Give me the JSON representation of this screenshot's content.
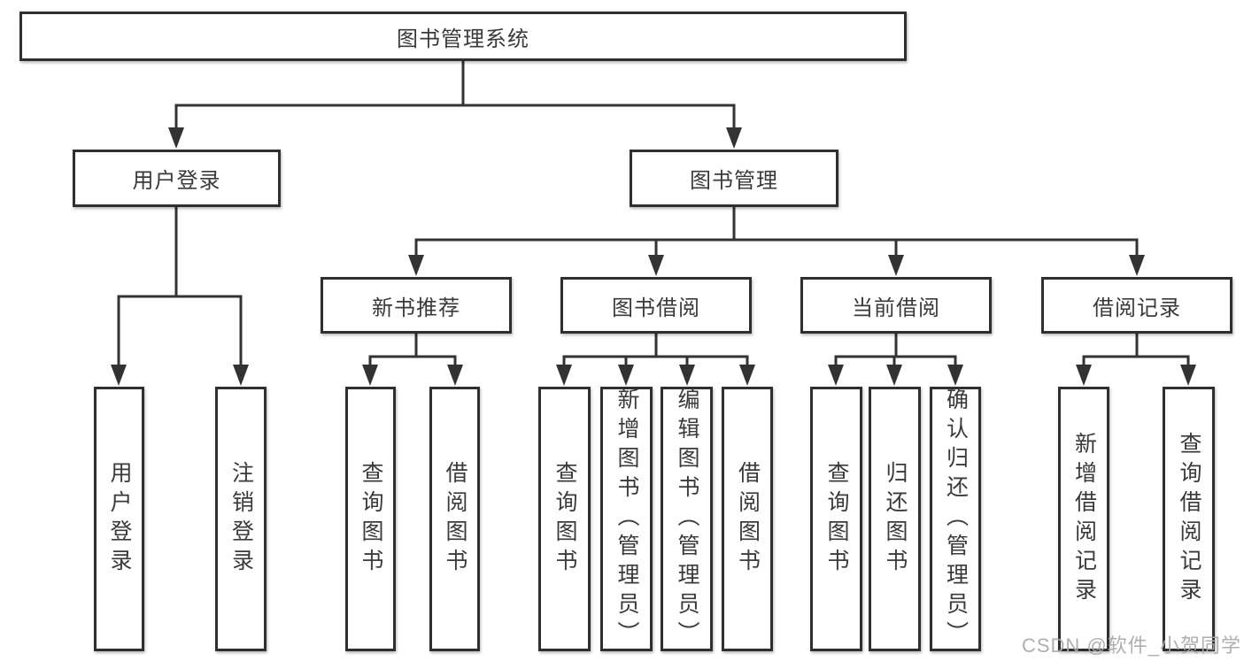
{
  "tree": {
    "label": "图书管理系统",
    "children": [
      {
        "label": "用户登录",
        "children": [
          {
            "label": "用户登录"
          },
          {
            "label": "注销登录"
          }
        ]
      },
      {
        "label": "图书管理",
        "children": [
          {
            "label": "新书推荐",
            "children": [
              {
                "label": "查询图书"
              },
              {
                "label": "借阅图书"
              }
            ]
          },
          {
            "label": "图书借阅",
            "children": [
              {
                "label": "查询图书"
              },
              {
                "label": "新增图书（管理员）"
              },
              {
                "label": "编辑图书（管理员）"
              },
              {
                "label": "借阅图书"
              }
            ]
          },
          {
            "label": "当前借阅",
            "children": [
              {
                "label": "查询图书"
              },
              {
                "label": "归还图书"
              },
              {
                "label": "确认归还（管理员）"
              }
            ]
          },
          {
            "label": "借阅记录",
            "children": [
              {
                "label": "新增借阅记录"
              },
              {
                "label": "查询借阅记录"
              }
            ]
          }
        ]
      }
    ]
  },
  "watermark": "CSDN @软件_小贺同学",
  "colors": {
    "line": "#333333",
    "box_border": "#2f2f2f",
    "box_background": "#ffffff",
    "text": "#3a3a3a",
    "watermark": "#a8a8a8"
  }
}
